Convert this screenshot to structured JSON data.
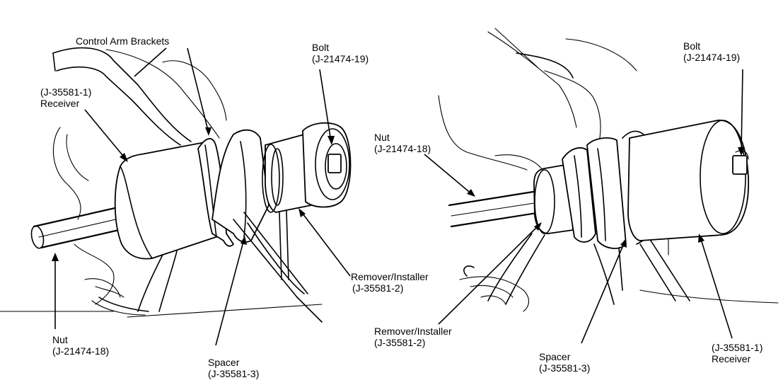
{
  "left_view": {
    "control_arm_brackets": "Control Arm Brackets",
    "bolt": "Bolt",
    "bolt_part": "(J-21474-19)",
    "receiver_part": "(J-35581-1)",
    "receiver": "Receiver",
    "remover_installer": "Remover/Installer",
    "remover_installer_part": "(J-35581-2)",
    "nut": "Nut",
    "nut_part": "(J-21474-18)",
    "spacer": "Spacer",
    "spacer_part": "(J-35581-3)"
  },
  "right_view": {
    "bolt": "Bolt",
    "bolt_part": "(J-21474-19)",
    "nut": "Nut",
    "nut_part": "(J-21474-18)",
    "remover_installer": "Remover/Installer",
    "remover_installer_part": "(J-35581-2)",
    "spacer": "Spacer",
    "spacer_part": "(J-35581-3)",
    "receiver_part": "(J-35581-1)",
    "receiver": "Receiver"
  }
}
